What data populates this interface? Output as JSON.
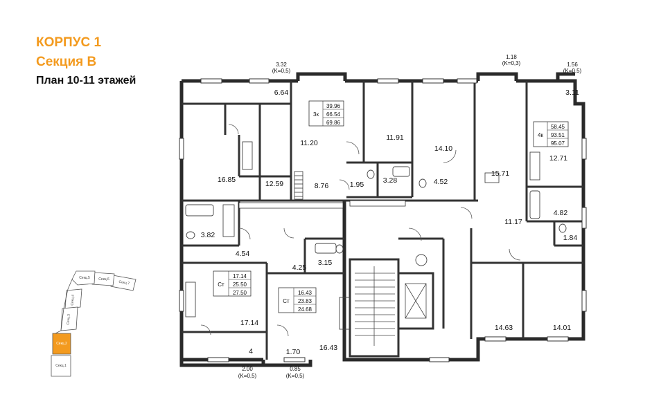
{
  "header": {
    "building": "КОРПУС 1",
    "section": "Секция В",
    "plan": "План 10-11 этажей",
    "accent_color": "#F39A1E"
  },
  "rooms": {
    "r_6_64": "6.64",
    "r_11_20": "11.20",
    "r_11_91": "11.91",
    "r_14_10": "14.10",
    "r_15_71": "15.71",
    "r_3_11": "3.11",
    "r_16_85": "16.85",
    "r_12_59": "12.59",
    "r_8_76": "8.76",
    "r_1_95": "1.95",
    "r_3_28": "3.28",
    "r_4_52": "4.52",
    "r_12_71": "12.71",
    "r_3_82": "3.82",
    "r_4_54": "4.54",
    "r_4_25": "4.25",
    "r_3_15": "3.15",
    "r_11_17": "11.17",
    "r_4_82": "4.82",
    "r_1_84": "1.84",
    "r_17_14": "17.14",
    "r_14_63": "14.63",
    "r_14_01": "14.01",
    "r_4": "4",
    "r_1_70": "1.70",
    "r_16_43": "16.43"
  },
  "balconies": {
    "b1_area": "3.32",
    "b1_k": "(K=0,5)",
    "b2_area": "1.18",
    "b2_k": "(K=0,3)",
    "b3_area": "1.56",
    "b3_k": "(K=0,5)",
    "b4_area": "2.00",
    "b4_k": "(K=0,5)",
    "b5_area": "0.85",
    "b5_k": "(K=0,5)"
  },
  "apartments": {
    "apt3k": {
      "type": "3к",
      "living": "39.96",
      "total": "66.54",
      "with_balcony": "69.86"
    },
    "apt4k": {
      "type": "4к",
      "living": "58.45",
      "total": "93.51",
      "with_balcony": "95.07"
    },
    "aptst1": {
      "type": "Ст",
      "living": "17.14",
      "total": "25.50",
      "with_balcony": "27.50"
    },
    "aptst2": {
      "type": "Ст",
      "living": "16.43",
      "total": "23.83",
      "with_balcony": "24.68"
    }
  },
  "minimap": {
    "sections": [
      "Секц.1",
      "Секц.2",
      "Секц.3",
      "Секц.4",
      "Секц.5",
      "Секц.6",
      "Секц.7"
    ],
    "highlight_color": "#F39A1E"
  }
}
